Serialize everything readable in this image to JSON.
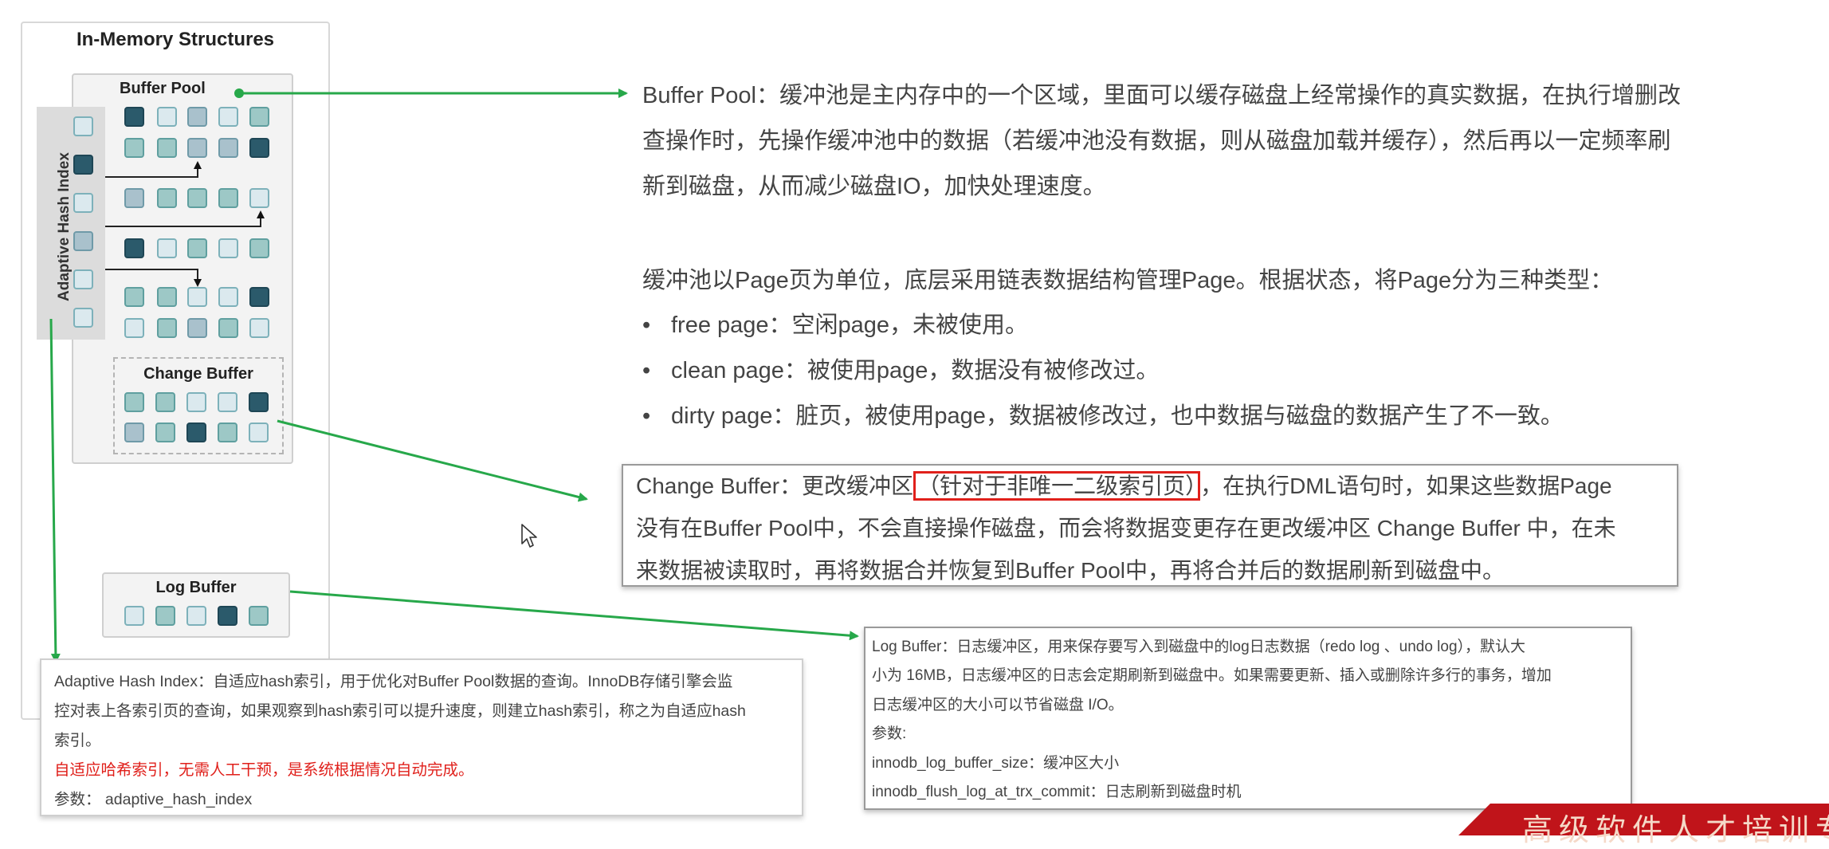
{
  "diagram": {
    "title": "In-Memory Structures",
    "buffer_pool_label": "Buffer Pool",
    "change_buffer_label": "Change Buffer",
    "log_buffer_label": "Log Buffer",
    "adaptive_hash_index_label": "Adaptive Hash Index",
    "colors": {
      "arrow_green": "#27a84a",
      "page_dark": "#2b5a6b",
      "page_light": "#dbe9ee",
      "page_mid": "#9dc8c6",
      "highlight_red": "#e0201b"
    }
  },
  "buffer_pool_desc": {
    "lines": [
      "Buffer Pool：缓冲池是主内存中的一个区域，里面可以缓存磁盘上经常操作的真实数据，在执行增删改",
      "查操作时，先操作缓冲池中的数据（若缓冲池没有数据，则从磁盘加载并缓存），然后再以一定频率刷",
      "新到磁盘，从而减少磁盘IO，加快处理速度。"
    ]
  },
  "page_types": {
    "intro": "缓冲池以Page页为单位，底层采用链表数据结构管理Page。根据状态，将Page分为三种类型：",
    "bullet_symbol": "•",
    "items": [
      "free page：空闲page，未被使用。",
      "clean page：被使用page，数据没有被修改过。",
      "dirty page：脏页，被使用page，数据被修改过，也中数据与磁盘的数据产生了不一致。"
    ]
  },
  "change_buffer_desc": {
    "line1_pre": "Change Buffer：更改缓冲区",
    "line1_highlight": "（针对于非唯一二级索引页）",
    "line1_post": "，在执行DML语句时，如果这些数据Page",
    "line2": "没有在Buffer Pool中，不会直接操作磁盘，而会将数据变更存在更改缓冲区 Change Buffer 中，在未",
    "line3": "来数据被读取时，再将数据合并恢复到Buffer Pool中，再将合并后的数据刷新到磁盘中。"
  },
  "log_buffer_desc": {
    "lines": [
      "Log Buffer：日志缓冲区，用来保存要写入到磁盘中的log日志数据（redo log 、undo log），默认大",
      "小为 16MB，日志缓冲区的日志会定期刷新到磁盘中。如果需要更新、插入或删除许多行的事务，增加",
      "日志缓冲区的大小可以节省磁盘 I/O。",
      "参数:",
      "innodb_log_buffer_size：缓冲区大小",
      "innodb_flush_log_at_trx_commit：日志刷新到磁盘时机"
    ]
  },
  "ahi_desc": {
    "lines": [
      "Adaptive Hash Index：自适应hash索引，用于优化对Buffer Pool数据的查询。InnoDB存储引擎会监",
      "控对表上各索引页的查询，如果观察到hash索引可以提升速度，则建立hash索引，称之为自适应hash",
      "索引。"
    ],
    "red_line": "自适应哈希索引，无需人工干预，是系统根据情况自动完成。",
    "param_line": "参数： adaptive_hash_index"
  },
  "banner": {
    "text": "高级软件人才培训专"
  }
}
